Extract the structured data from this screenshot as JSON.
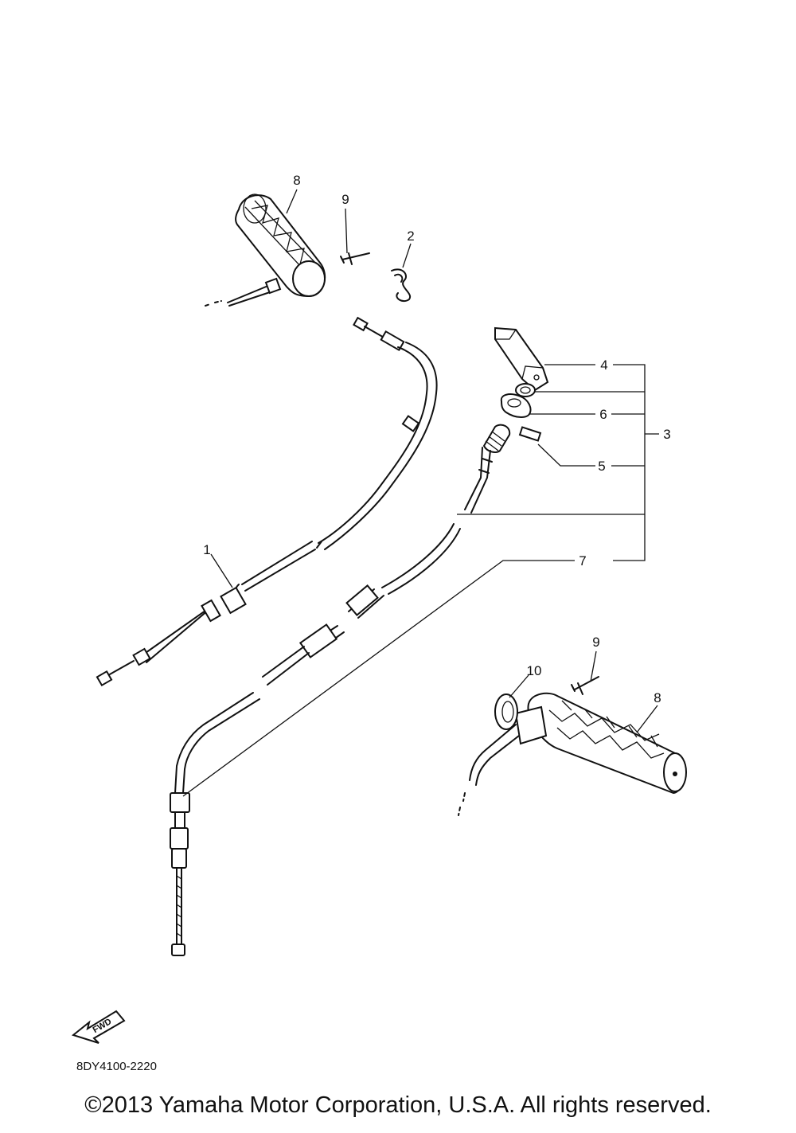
{
  "callouts": {
    "grip_left": "8",
    "pin_left": "9",
    "clip": "2",
    "cable_throttle": "1",
    "lever": "4",
    "washer": "6",
    "pin": "5",
    "assembly": "3",
    "cable_choke": "7",
    "pin_right": "9",
    "washer_right": "10",
    "grip_right": "8"
  },
  "fwd_label": "FWD",
  "diagram_code": "8DY4100-2220",
  "copyright": "©2013 Yamaha Motor Corporation, U.S.A. All rights reserved."
}
